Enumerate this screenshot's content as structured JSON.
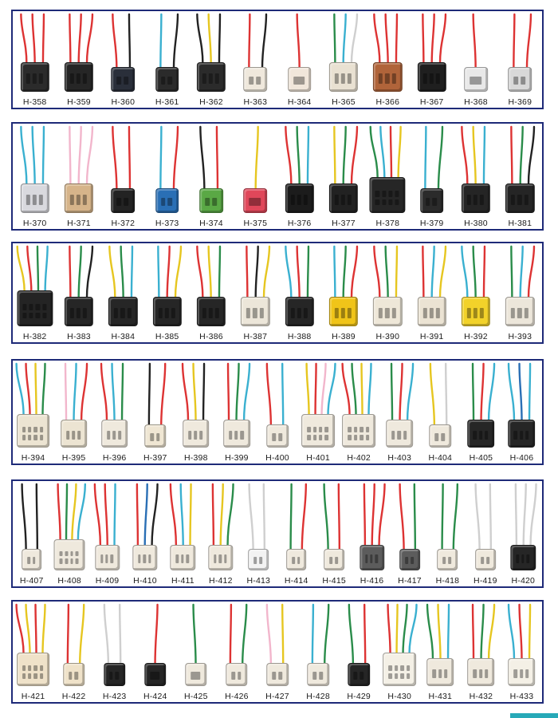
{
  "catalog": {
    "rows": [
      {
        "items": [
          {
            "code": "H-358",
            "color": "#2b2b2b",
            "wires": [
              "#d33",
              "#d33",
              "#d33"
            ]
          },
          {
            "code": "H-359",
            "color": "#262626",
            "wires": [
              "#d33",
              "#d33",
              "#d33"
            ]
          },
          {
            "code": "H-360",
            "color": "#2a2f3a",
            "wires": [
              "#d33",
              "#222"
            ]
          },
          {
            "code": "H-361",
            "color": "#2b2b2b",
            "wires": [
              "#3ab0d0",
              "#222"
            ]
          },
          {
            "code": "H-362",
            "color": "#2b2b2b",
            "wires": [
              "#222",
              "#e6c620",
              "#222"
            ]
          },
          {
            "code": "H-363",
            "color": "#efe8dc",
            "wires": [
              "#d33",
              "#222"
            ]
          },
          {
            "code": "H-364",
            "color": "#f1e6da",
            "wires": [
              "#d33"
            ]
          },
          {
            "code": "H-365",
            "color": "#e9e1d2",
            "wires": [
              "#2a8c4a",
              "#3ab0d0",
              "#f2f2f2"
            ]
          },
          {
            "code": "H-366",
            "color": "#b0643a",
            "wires": [
              "#d33",
              "#d33",
              "#d33"
            ]
          },
          {
            "code": "H-367",
            "color": "#1f1f1f",
            "wires": [
              "#d33",
              "#d33",
              "#d33"
            ]
          },
          {
            "code": "H-368",
            "color": "#e8e8e8",
            "wires": [
              "#d33"
            ]
          },
          {
            "code": "H-369",
            "color": "#d8d8d8",
            "wires": [
              "#d33",
              "#d33"
            ]
          }
        ]
      },
      {
        "items": [
          {
            "code": "H-370",
            "color": "#d9d9de",
            "wires": [
              "#3ab0d0",
              "#3ab0d0",
              "#3ab0d0"
            ]
          },
          {
            "code": "H-371",
            "color": "#d6b48a",
            "wires": [
              "#f2b6cc",
              "#f2b6cc",
              "#f2b6cc"
            ]
          },
          {
            "code": "H-372",
            "color": "#232323",
            "wires": [
              "#d33",
              "#d33"
            ]
          },
          {
            "code": "H-373",
            "color": "#2a6fb5",
            "wires": [
              "#3ab0d0",
              "#d33"
            ]
          },
          {
            "code": "H-374",
            "color": "#5aa845",
            "wires": [
              "#222",
              "#d33"
            ]
          },
          {
            "code": "H-375",
            "color": "#e0475a",
            "wires": [
              "#e6c620"
            ]
          },
          {
            "code": "H-376",
            "color": "#1c1c1c",
            "wires": [
              "#d33",
              "#2a8c4a",
              "#3ab0d0"
            ]
          },
          {
            "code": "H-377",
            "color": "#222222",
            "wires": [
              "#e6c620",
              "#2a8c4a",
              "#d33"
            ]
          },
          {
            "code": "H-378",
            "color": "#262626",
            "wires": [
              "#2a8c4a",
              "#3ab0d0",
              "#d33",
              "#e6c620"
            ]
          },
          {
            "code": "H-379",
            "color": "#2b2b2b",
            "wires": [
              "#3ab0d0",
              "#2a8c4a"
            ]
          },
          {
            "code": "H-380",
            "color": "#252525",
            "wires": [
              "#d33",
              "#e6c620",
              "#3ab0d0"
            ]
          },
          {
            "code": "H-381",
            "color": "#252525",
            "wires": [
              "#d33",
              "#2a8c4a",
              "#222"
            ]
          }
        ]
      },
      {
        "items": [
          {
            "code": "H-382",
            "color": "#242424",
            "wires": [
              "#e6c620",
              "#d33",
              "#2a8c4a",
              "#3ab0d0"
            ]
          },
          {
            "code": "H-383",
            "color": "#262626",
            "wires": [
              "#d33",
              "#2a8c4a",
              "#222"
            ]
          },
          {
            "code": "H-384",
            "color": "#262626",
            "wires": [
              "#e6c620",
              "#2a8c4a",
              "#3ab0d0"
            ]
          },
          {
            "code": "H-385",
            "color": "#262626",
            "wires": [
              "#3ab0d0",
              "#d33",
              "#e6c620"
            ]
          },
          {
            "code": "H-386",
            "color": "#262626",
            "wires": [
              "#d33",
              "#e6c620",
              "#2a8c4a"
            ]
          },
          {
            "code": "H-387",
            "color": "#ece6d9",
            "wires": [
              "#d33",
              "#222",
              "#e6c620"
            ]
          },
          {
            "code": "H-388",
            "color": "#262626",
            "wires": [
              "#3ab0d0",
              "#d33",
              "#2a8c4a"
            ]
          },
          {
            "code": "H-389",
            "color": "#f0c419",
            "wires": [
              "#3ab0d0",
              "#2a8c4a",
              "#d33"
            ]
          },
          {
            "code": "H-390",
            "color": "#eee7d8",
            "wires": [
              "#d33",
              "#2a8c4a",
              "#e6c620"
            ]
          },
          {
            "code": "H-391",
            "color": "#ebe3d3",
            "wires": [
              "#d33",
              "#3ab0d0",
              "#e6c620"
            ]
          },
          {
            "code": "H-392",
            "color": "#f2d22a",
            "wires": [
              "#3ab0d0",
              "#2a8c4a",
              "#d33"
            ]
          },
          {
            "code": "H-393",
            "color": "#ece6da",
            "wires": [
              "#2a8c4a",
              "#3ab0d0",
              "#d33"
            ]
          }
        ]
      },
      {
        "items": [
          {
            "code": "H-394",
            "color": "#ece4d2",
            "wires": [
              "#3ab0d0",
              "#d33",
              "#e6c620",
              "#2a8c4a"
            ]
          },
          {
            "code": "H-395",
            "color": "#ece4d2",
            "wires": [
              "#f2b6cc",
              "#3ab0d0",
              "#d33"
            ]
          },
          {
            "code": "H-396",
            "color": "#efe9dd",
            "wires": [
              "#d33",
              "#3ab0d0",
              "#2a8c4a"
            ]
          },
          {
            "code": "H-397",
            "color": "#efe6d3",
            "wires": [
              "#222",
              "#d33"
            ]
          },
          {
            "code": "H-398",
            "color": "#efe9dd",
            "wires": [
              "#d33",
              "#e6c620",
              "#222"
            ]
          },
          {
            "code": "H-399",
            "color": "#efe9dd",
            "wires": [
              "#d33",
              "#2a8c4a",
              "#3ab0d0"
            ]
          },
          {
            "code": "H-400",
            "color": "#efe9dd",
            "wires": [
              "#d33",
              "#3ab0d0"
            ]
          },
          {
            "code": "H-401",
            "color": "#efe9dd",
            "wires": [
              "#e6c620",
              "#d33",
              "#f2b6cc",
              "#3ab0d0"
            ]
          },
          {
            "code": "H-402",
            "color": "#efe9dd",
            "wires": [
              "#d33",
              "#2a8c4a",
              "#e6c620",
              "#3ab0d0"
            ]
          },
          {
            "code": "H-403",
            "color": "#efe9dd",
            "wires": [
              "#2a8c4a",
              "#d33",
              "#3ab0d0"
            ]
          },
          {
            "code": "H-404",
            "color": "#efe9dd",
            "wires": [
              "#e6c620",
              "#f2f2f2"
            ]
          },
          {
            "code": "H-405",
            "color": "#262626",
            "wires": [
              "#2a8c4a",
              "#d33",
              "#3ab0d0"
            ]
          },
          {
            "code": "H-406",
            "color": "#262626",
            "wires": [
              "#3ab0d0",
              "#2a6fb5",
              "#3ab0d0"
            ]
          }
        ]
      },
      {
        "items": [
          {
            "code": "H-407",
            "color": "#efe9dd",
            "wires": [
              "#222",
              "#222"
            ]
          },
          {
            "code": "H-408",
            "color": "#efe9dd",
            "wires": [
              "#d33",
              "#2a8c4a",
              "#e6c620",
              "#3ab0d0"
            ]
          },
          {
            "code": "H-409",
            "color": "#efe9dd",
            "wires": [
              "#d33",
              "#d33",
              "#3ab0d0"
            ]
          },
          {
            "code": "H-410",
            "color": "#efe9dd",
            "wires": [
              "#d33",
              "#2a6fb5",
              "#222"
            ]
          },
          {
            "code": "H-411",
            "color": "#efe9dd",
            "wires": [
              "#d33",
              "#3ab0d0",
              "#e6c620"
            ]
          },
          {
            "code": "H-412",
            "color": "#efe9dd",
            "wires": [
              "#d33",
              "#e6c620",
              "#2a8c4a"
            ]
          },
          {
            "code": "H-413",
            "color": "#f2f2f2",
            "wires": [
              "#f2f2f2",
              "#e0e0e0"
            ]
          },
          {
            "code": "H-414",
            "color": "#efe9dd",
            "wires": [
              "#2a8c4a",
              "#d33"
            ]
          },
          {
            "code": "H-415",
            "color": "#efe9dd",
            "wires": [
              "#2a8c4a",
              "#d33"
            ]
          },
          {
            "code": "H-416",
            "color": "#5c5c5c",
            "wires": [
              "#d33",
              "#d33",
              "#d33"
            ]
          },
          {
            "code": "H-417",
            "color": "#5c5c5c",
            "wires": [
              "#d33",
              "#2a8c4a"
            ]
          },
          {
            "code": "H-418",
            "color": "#efe9dd",
            "wires": [
              "#2a8c4a",
              "#2a8c4a"
            ]
          },
          {
            "code": "H-419",
            "color": "#efe9dd",
            "wires": [
              "#f2f2f2",
              "#e0e0e0"
            ]
          },
          {
            "code": "H-420",
            "color": "#262626",
            "wires": [
              "#f2f2f2",
              "#e0e0e0",
              "#f2f2f2"
            ]
          }
        ]
      },
      {
        "items": [
          {
            "code": "H-421",
            "color": "#efe2c9",
            "wires": [
              "#d33",
              "#e6c620",
              "#d33",
              "#e6c620"
            ]
          },
          {
            "code": "H-422",
            "color": "#efe2c9",
            "wires": [
              "#d33",
              "#e6c620"
            ]
          },
          {
            "code": "H-423",
            "color": "#262626",
            "wires": [
              "#f2f2f2",
              "#e0e0e0"
            ]
          },
          {
            "code": "H-424",
            "color": "#262626",
            "wires": [
              "#d33"
            ]
          },
          {
            "code": "H-425",
            "color": "#efe9dd",
            "wires": [
              "#2a8c4a"
            ]
          },
          {
            "code": "H-426",
            "color": "#efe9dd",
            "wires": [
              "#d33",
              "#2a8c4a"
            ]
          },
          {
            "code": "H-427",
            "color": "#efe9dd",
            "wires": [
              "#f2b6cc",
              "#e6c620"
            ]
          },
          {
            "code": "H-428",
            "color": "#efe9dd",
            "wires": [
              "#3ab0d0",
              "#2a8c4a"
            ]
          },
          {
            "code": "H-429",
            "color": "#262626",
            "wires": [
              "#2a8c4a",
              "#d33"
            ]
          },
          {
            "code": "H-430",
            "color": "#f4f0e6",
            "wires": [
              "#d33",
              "#e6c620",
              "#2a8c4a",
              "#3ab0d0"
            ]
          },
          {
            "code": "H-431",
            "color": "#efe9dd",
            "wires": [
              "#2a8c4a",
              "#e6c620",
              "#3ab0d0"
            ]
          },
          {
            "code": "H-432",
            "color": "#efe9dd",
            "wires": [
              "#d33",
              "#2a8c4a",
              "#e6c620"
            ]
          },
          {
            "code": "H-433",
            "color": "#f4f0e6",
            "wires": [
              "#3ab0d0",
              "#d33",
              "#e6c620"
            ]
          }
        ]
      }
    ]
  },
  "colors": {
    "frame": "#1e2a78",
    "accent": "#27a9b8"
  }
}
